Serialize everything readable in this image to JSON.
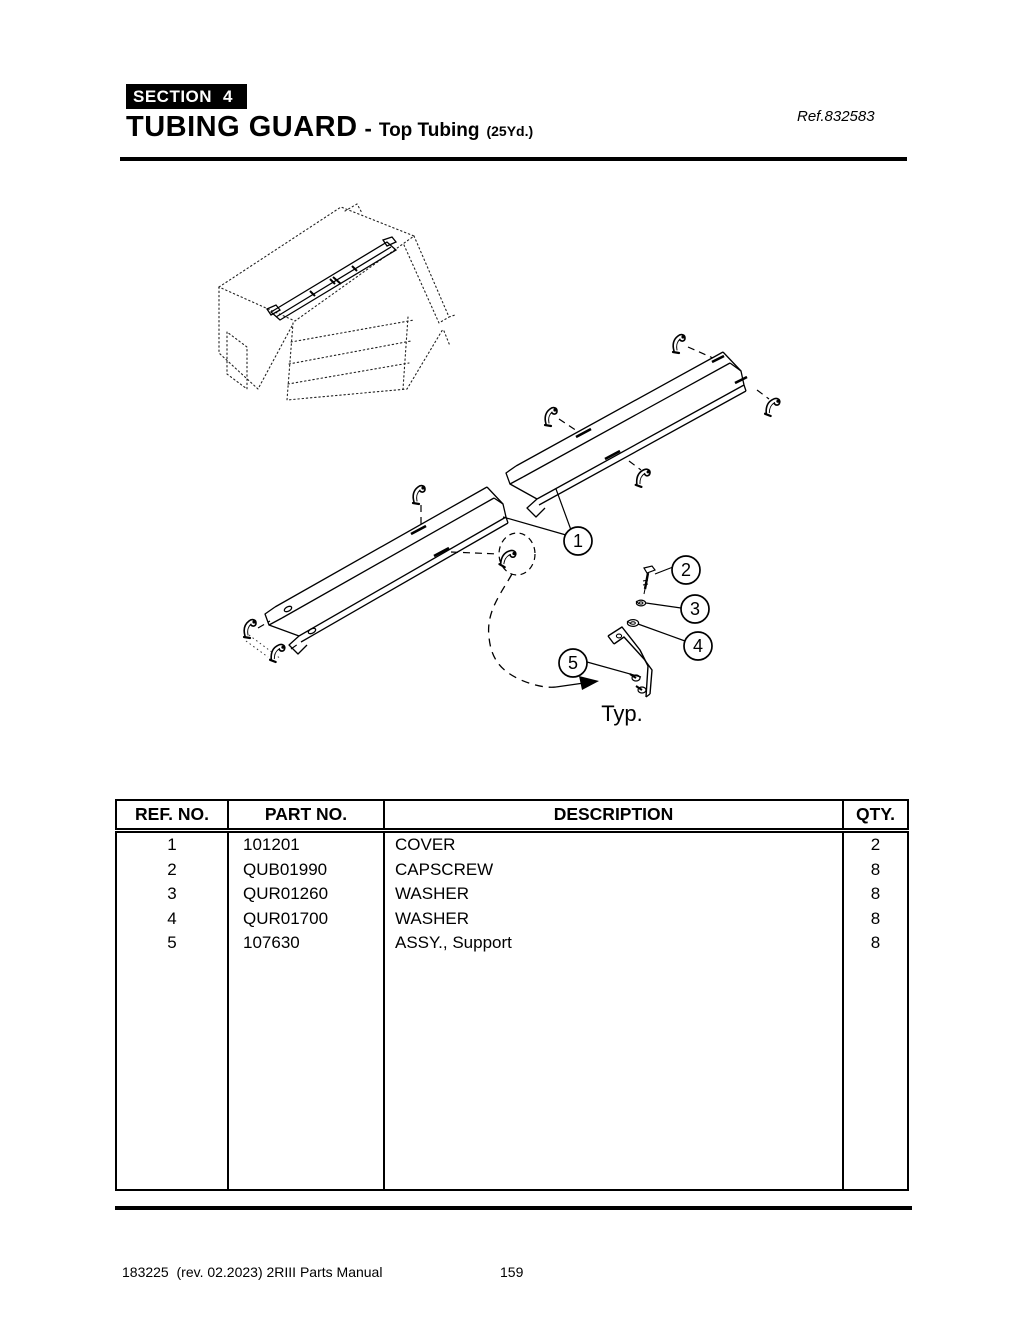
{
  "header": {
    "section_label": "SECTION",
    "section_number": "4",
    "title": "TUBING GUARD",
    "title_separator": "-",
    "subtitle": "Top Tubing",
    "subtitle_note": "(25Yd.)",
    "ref": "Ref.832583"
  },
  "diagram": {
    "typ_label": "Typ.",
    "callouts": [
      {
        "number": "1"
      },
      {
        "number": "2"
      },
      {
        "number": "3"
      },
      {
        "number": "4"
      },
      {
        "number": "5"
      }
    ]
  },
  "table": {
    "headers": [
      "REF. NO.",
      "PART NO.",
      "DESCRIPTION",
      "QTY."
    ],
    "rows": [
      {
        "ref_no": "1",
        "part_no": "101201",
        "description": "COVER",
        "qty": "2"
      },
      {
        "ref_no": "2",
        "part_no": "QUB01990",
        "description": "CAPSCREW",
        "qty": "8"
      },
      {
        "ref_no": "3",
        "part_no": "QUR01260",
        "description": "WASHER",
        "qty": "8"
      },
      {
        "ref_no": "4",
        "part_no": "QUR01700",
        "description": "WASHER",
        "qty": "8"
      },
      {
        "ref_no": "5",
        "part_no": "107630",
        "description": "ASSY., Support",
        "qty": "8"
      }
    ]
  },
  "footer": {
    "left": "183225  (rev. 02.2023) 2RIII Parts Manual",
    "page_number": "159"
  },
  "colors": {
    "ink": "#000000",
    "paper": "#ffffff"
  }
}
